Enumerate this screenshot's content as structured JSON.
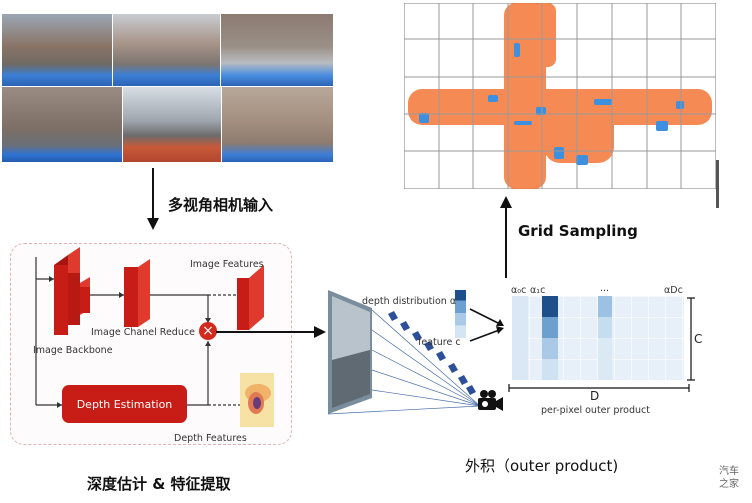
{
  "captions": {
    "camera_input": "多视角相机输入",
    "depth_feature": "深度估计 & 特征提取",
    "outer": "外积（outer product)",
    "grid_sampling": "Grid Sampling"
  },
  "pipeline": {
    "image_backbone": "Image Backbone",
    "channel_reduce": "Image Chanel Reduce",
    "image_features": "Image Features",
    "depth_estimation": "Depth Estimation",
    "depth_features": "Depth Features"
  },
  "outer_product": {
    "depth_distribution": "depth distribution α",
    "feature": "feature c",
    "col_a0": "α₀c",
    "col_a1": "α₁c",
    "col_dots": "...",
    "col_aD": "αDc",
    "dim_c": "C",
    "dim_d": "D",
    "subtitle": "per-pixel outer product"
  },
  "watermark": "汽车之家",
  "colors": {
    "network_red": "#c71d16",
    "bev_orange": "#f47a3d",
    "bev_blue": "#3d8fe0",
    "matrix_dark": "#1f4f8a",
    "matrix_light": "#d4e6f4"
  }
}
